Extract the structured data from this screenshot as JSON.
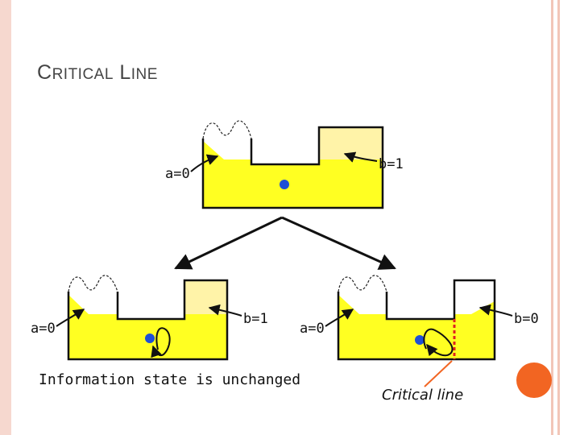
{
  "slide": {
    "title_first_big": "C",
    "title_first_small": "RITICAL",
    "title_second_big": "L",
    "title_second_small": "INE",
    "accent_color": "#f26522"
  },
  "top_diagram": {
    "label_left": "a=0",
    "label_right": "b=1"
  },
  "bottom_left_diagram": {
    "label_left": "a=0",
    "label_right": "b=1",
    "caption": "Information state is unchanged"
  },
  "bottom_right_diagram": {
    "label_left": "a=0",
    "label_right": "b=0",
    "caption": "Critical line"
  }
}
